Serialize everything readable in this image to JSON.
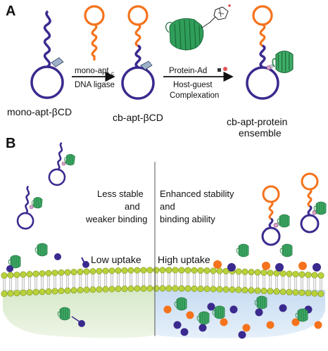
{
  "panels": {
    "a": "A",
    "b": "B"
  },
  "panel_a": {
    "step1_top": "mono-apt",
    "step1_sub": "c",
    "step1_bottom": "DNA ligase",
    "step2_top": "Protein-Ad",
    "step2_bottom_1": "Host-guest",
    "step2_bottom_2": "Complexation",
    "label_mono": "mono-apt-βCD",
    "label_cb": "cb-apt-βCD",
    "label_ensemble_1": "cb-apt-protein",
    "label_ensemble_2": "ensemble"
  },
  "panel_b": {
    "left_1": "Less stable",
    "left_2": "and",
    "left_3": "weaker binding",
    "right_1": "Enhanced stability",
    "right_2": "and",
    "right_3": "binding ability",
    "low_uptake": "Low uptake",
    "high_uptake": "High uptake"
  },
  "colors": {
    "purple": "#3a2a8e",
    "orange": "#f5731c",
    "protein_green": "#2f9e5a",
    "lipid_head": "#b9d23a",
    "cell_left": "#e3efd9",
    "cell_right": "#d3e4f4"
  }
}
